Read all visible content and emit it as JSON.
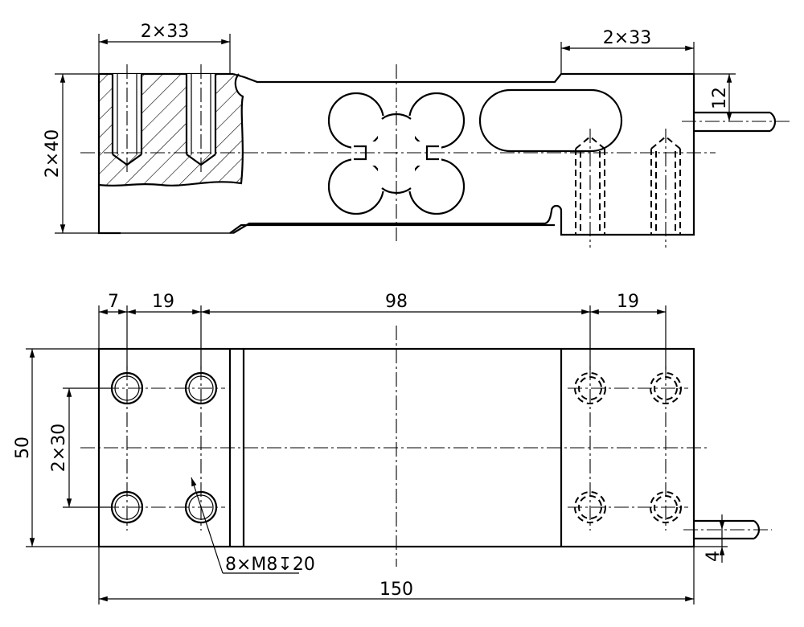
{
  "drawing": {
    "top_view": {
      "dim_left_pitch": "2×33",
      "dim_right_pitch": "2×33",
      "dim_height": "2×40",
      "dim_cable_offset": "12"
    },
    "bottom_view": {
      "dim_edge_to_hole": "7",
      "dim_left_pitch": "19",
      "dim_center_span": "98",
      "dim_right_pitch": "19",
      "dim_width": "50",
      "dim_hole_spacing": "2×30",
      "dim_cable_offset": "4",
      "dim_total_length": "150",
      "thread_callout": "8×M8↧20"
    }
  }
}
